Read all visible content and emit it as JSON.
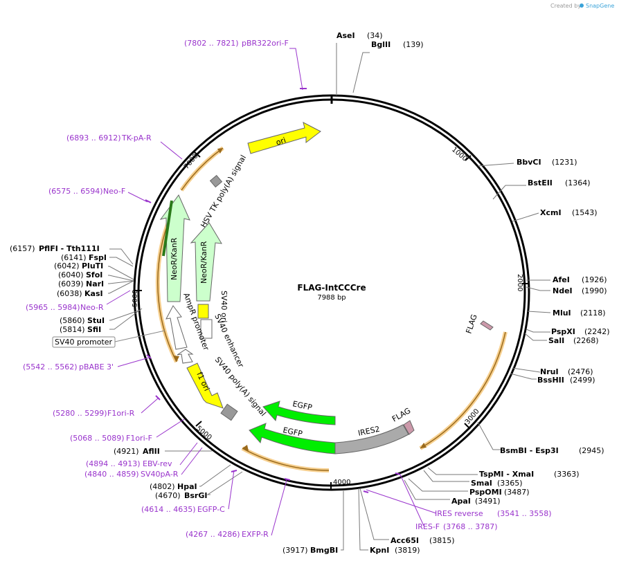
{
  "credit": {
    "prefix": "Created by",
    "brand": "SnapGene"
  },
  "plasmid": {
    "name": "FLAG-IntCCCre",
    "length_label": "7988 bp",
    "length": 7988
  },
  "ring_ticks": [
    "1000",
    "2000",
    "3000",
    "4000",
    "5000",
    "7000"
  ],
  "features": [
    {
      "label": "ori",
      "color": "#ffff00"
    },
    {
      "label": "HSV TK poly(A) signal",
      "color": "#999999"
    },
    {
      "label": "NeoR/KanR",
      "color": "#ccffcc"
    },
    {
      "label": "NeoR/KanR",
      "color": "#ccffcc"
    },
    {
      "label": "SV40 ori",
      "color": "#ffff00"
    },
    {
      "label": "SV40 enhancer",
      "color": "#ffffff"
    },
    {
      "label": "AmpR promoter",
      "color": "#ffffff"
    },
    {
      "label": "f1 ori",
      "color": "#ffff00"
    },
    {
      "label": "SV40 poly(A) signal",
      "color": "#999999"
    },
    {
      "label": "EGFP",
      "color": "#00ee00"
    },
    {
      "label": "EGFP",
      "color": "#00ee00"
    },
    {
      "label": "IRES2",
      "color": "#aaaaaa"
    },
    {
      "label": "FLAG",
      "color": "#cc99aa"
    },
    {
      "label": "FLAG",
      "color": "#cc99aa"
    },
    {
      "label": "SV40 promoter",
      "color": "#ffffff"
    }
  ],
  "sites": [
    {
      "name": "AseI",
      "pos": "(34)"
    },
    {
      "name": "BglII",
      "pos": "(139)"
    },
    {
      "name": "BbvCI",
      "pos": "(1231)"
    },
    {
      "name": "BstEII",
      "pos": "(1364)"
    },
    {
      "name": "XcmI",
      "pos": "(1543)"
    },
    {
      "name": "AfeI",
      "pos": "(1926)"
    },
    {
      "name": "NdeI",
      "pos": "(1990)"
    },
    {
      "name": "MluI",
      "pos": "(2118)"
    },
    {
      "name": "PspXI",
      "pos": "(2242)"
    },
    {
      "name": "SalI",
      "pos": "(2268)"
    },
    {
      "name": "NruI",
      "pos": "(2476)"
    },
    {
      "name": "BssHII",
      "pos": "(2499)"
    },
    {
      "name": "BsmBI - Esp3I",
      "pos": "(2945)"
    },
    {
      "name": "TspMI - XmaI",
      "pos": "(3363)"
    },
    {
      "name": "SmaI",
      "pos": "(3365)"
    },
    {
      "name": "PspOMI",
      "pos": "(3487)"
    },
    {
      "name": "ApaI",
      "pos": "(3491)"
    },
    {
      "name": "Acc65I",
      "pos": "(3815)"
    },
    {
      "name": "KpnI",
      "pos": "(3819)"
    },
    {
      "name": "BmgBI",
      "pos": "(3917)"
    },
    {
      "name": "BsrGI",
      "pos": "(4670)"
    },
    {
      "name": "HpaI",
      "pos": "(4802)"
    },
    {
      "name": "AflII",
      "pos": "(4921)"
    },
    {
      "name": "SfiI",
      "pos": "(5814)"
    },
    {
      "name": "StuI",
      "pos": "(5860)"
    },
    {
      "name": "KasI",
      "pos": "(6038)"
    },
    {
      "name": "NarI",
      "pos": "(6039)"
    },
    {
      "name": "SfoI",
      "pos": "(6040)"
    },
    {
      "name": "PluTI",
      "pos": "(6042)"
    },
    {
      "name": "FspI",
      "pos": "(6141)"
    },
    {
      "name": "PflFI - Tth111I",
      "pos": "(6157)"
    }
  ],
  "primers": [
    {
      "range": "(7802 .. 7821)",
      "name": "pBR322ori-F"
    },
    {
      "range": "(6893 .. 6912)",
      "name": "TK-pA-R"
    },
    {
      "range": "(6575 .. 6594)",
      "name": "Neo-F"
    },
    {
      "range": "(5965 .. 5984)",
      "name": "Neo-R"
    },
    {
      "range": "(5542 .. 5562)",
      "name": "pBABE 3'"
    },
    {
      "range": "(5280 .. 5299)",
      "name": "F1ori-R"
    },
    {
      "range": "(5068 .. 5089)",
      "name": "F1ori-F"
    },
    {
      "range": "(4894 .. 4913)",
      "name": "EBV-rev"
    },
    {
      "range": "(4840 .. 4859)",
      "name": "SV40pA-R"
    },
    {
      "range": "(4614 .. 4635)",
      "name": "EGFP-C"
    },
    {
      "range": "(4267 .. 4286)",
      "name": "EXFP-R"
    },
    {
      "range": "(3768 .. 3787)",
      "name": "IRES-F"
    },
    {
      "range": "(3541 .. 3558)",
      "name": "IRES reverse"
    }
  ]
}
